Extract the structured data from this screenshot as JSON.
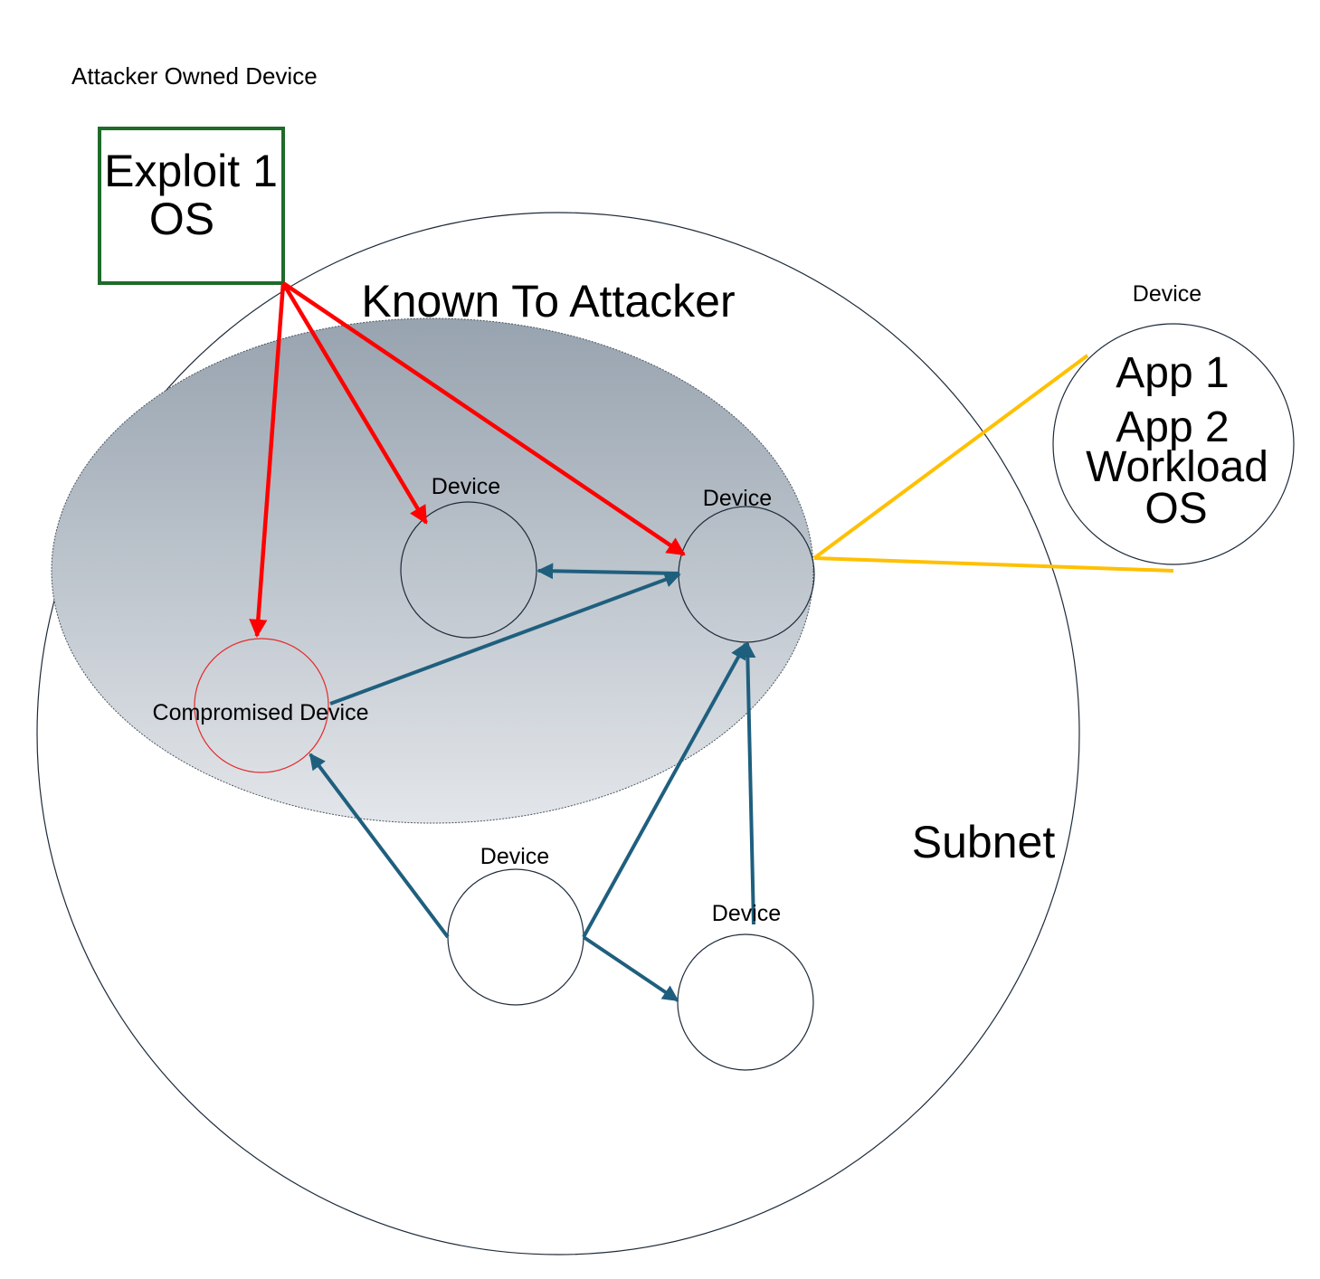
{
  "colors": {
    "attack_path": "#ff0000",
    "network_path": "#1f5f7e",
    "attacker_box": "#1e6b2a",
    "zoom_lines": "#ffc000",
    "known_zone_top": "#97a3af",
    "known_zone_bottom": "#e3e6ea",
    "outline": "#1d2b3a",
    "compromised": "#e32b2b"
  },
  "labels": {
    "attacker_owned_device": "Attacker Owned Device",
    "known_to_attacker": "Known To Attacker",
    "subnet": "Subnet"
  },
  "attacker_box": {
    "line1": "Exploit 1",
    "line2": "OS"
  },
  "devices": {
    "known_a": "Device",
    "known_b": "Device",
    "compromised": "Compromised Device",
    "lower_a": "Device",
    "lower_b": "Device",
    "detail": "Device"
  },
  "device_detail": {
    "layers": [
      "App 1",
      "App 2",
      "Workload",
      "OS"
    ]
  }
}
